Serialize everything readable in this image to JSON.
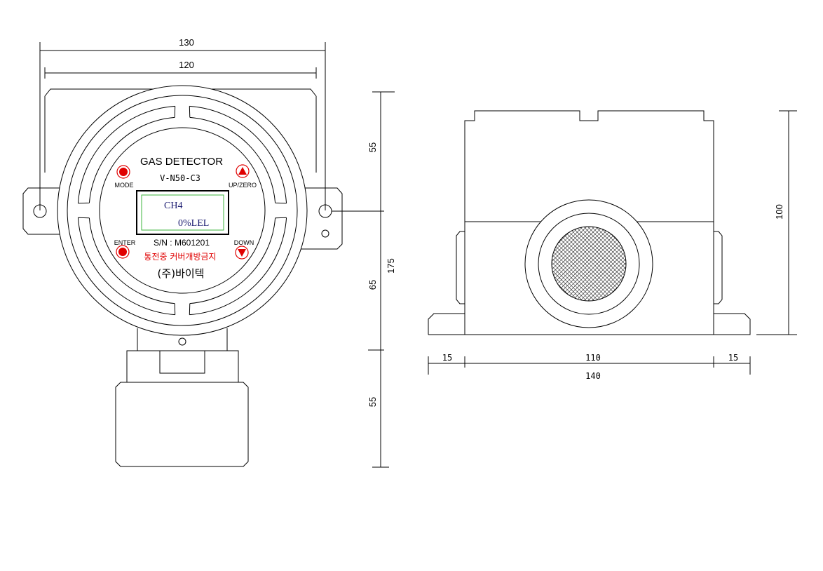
{
  "front_view": {
    "title": "GAS DETECTOR",
    "model": "V-N50-C3",
    "buttons": {
      "mode": "MODE",
      "up_zero": "UP/ZERO",
      "enter": "ENTER",
      "down": "DOWN"
    },
    "display": {
      "gas": "CH4",
      "reading": "0%LEL"
    },
    "serial": "S/N : M601201",
    "warning": "통전중 커버개방금지",
    "manufacturer": "(주)바이텍"
  },
  "front_dimensions": {
    "width_outer": "130",
    "width_inner": "120",
    "height_top": "55",
    "height_mid": "65",
    "height_bottom": "55",
    "height_total": "175"
  },
  "side_dimensions": {
    "left": "15",
    "center": "110",
    "right": "15",
    "total": "140",
    "height": "100"
  },
  "colors": {
    "line": "#000000",
    "button_red": "#e00000",
    "lcd_border": "#3cb43c",
    "lcd_text": "#1a1a70",
    "warning_text": "#e00000"
  }
}
